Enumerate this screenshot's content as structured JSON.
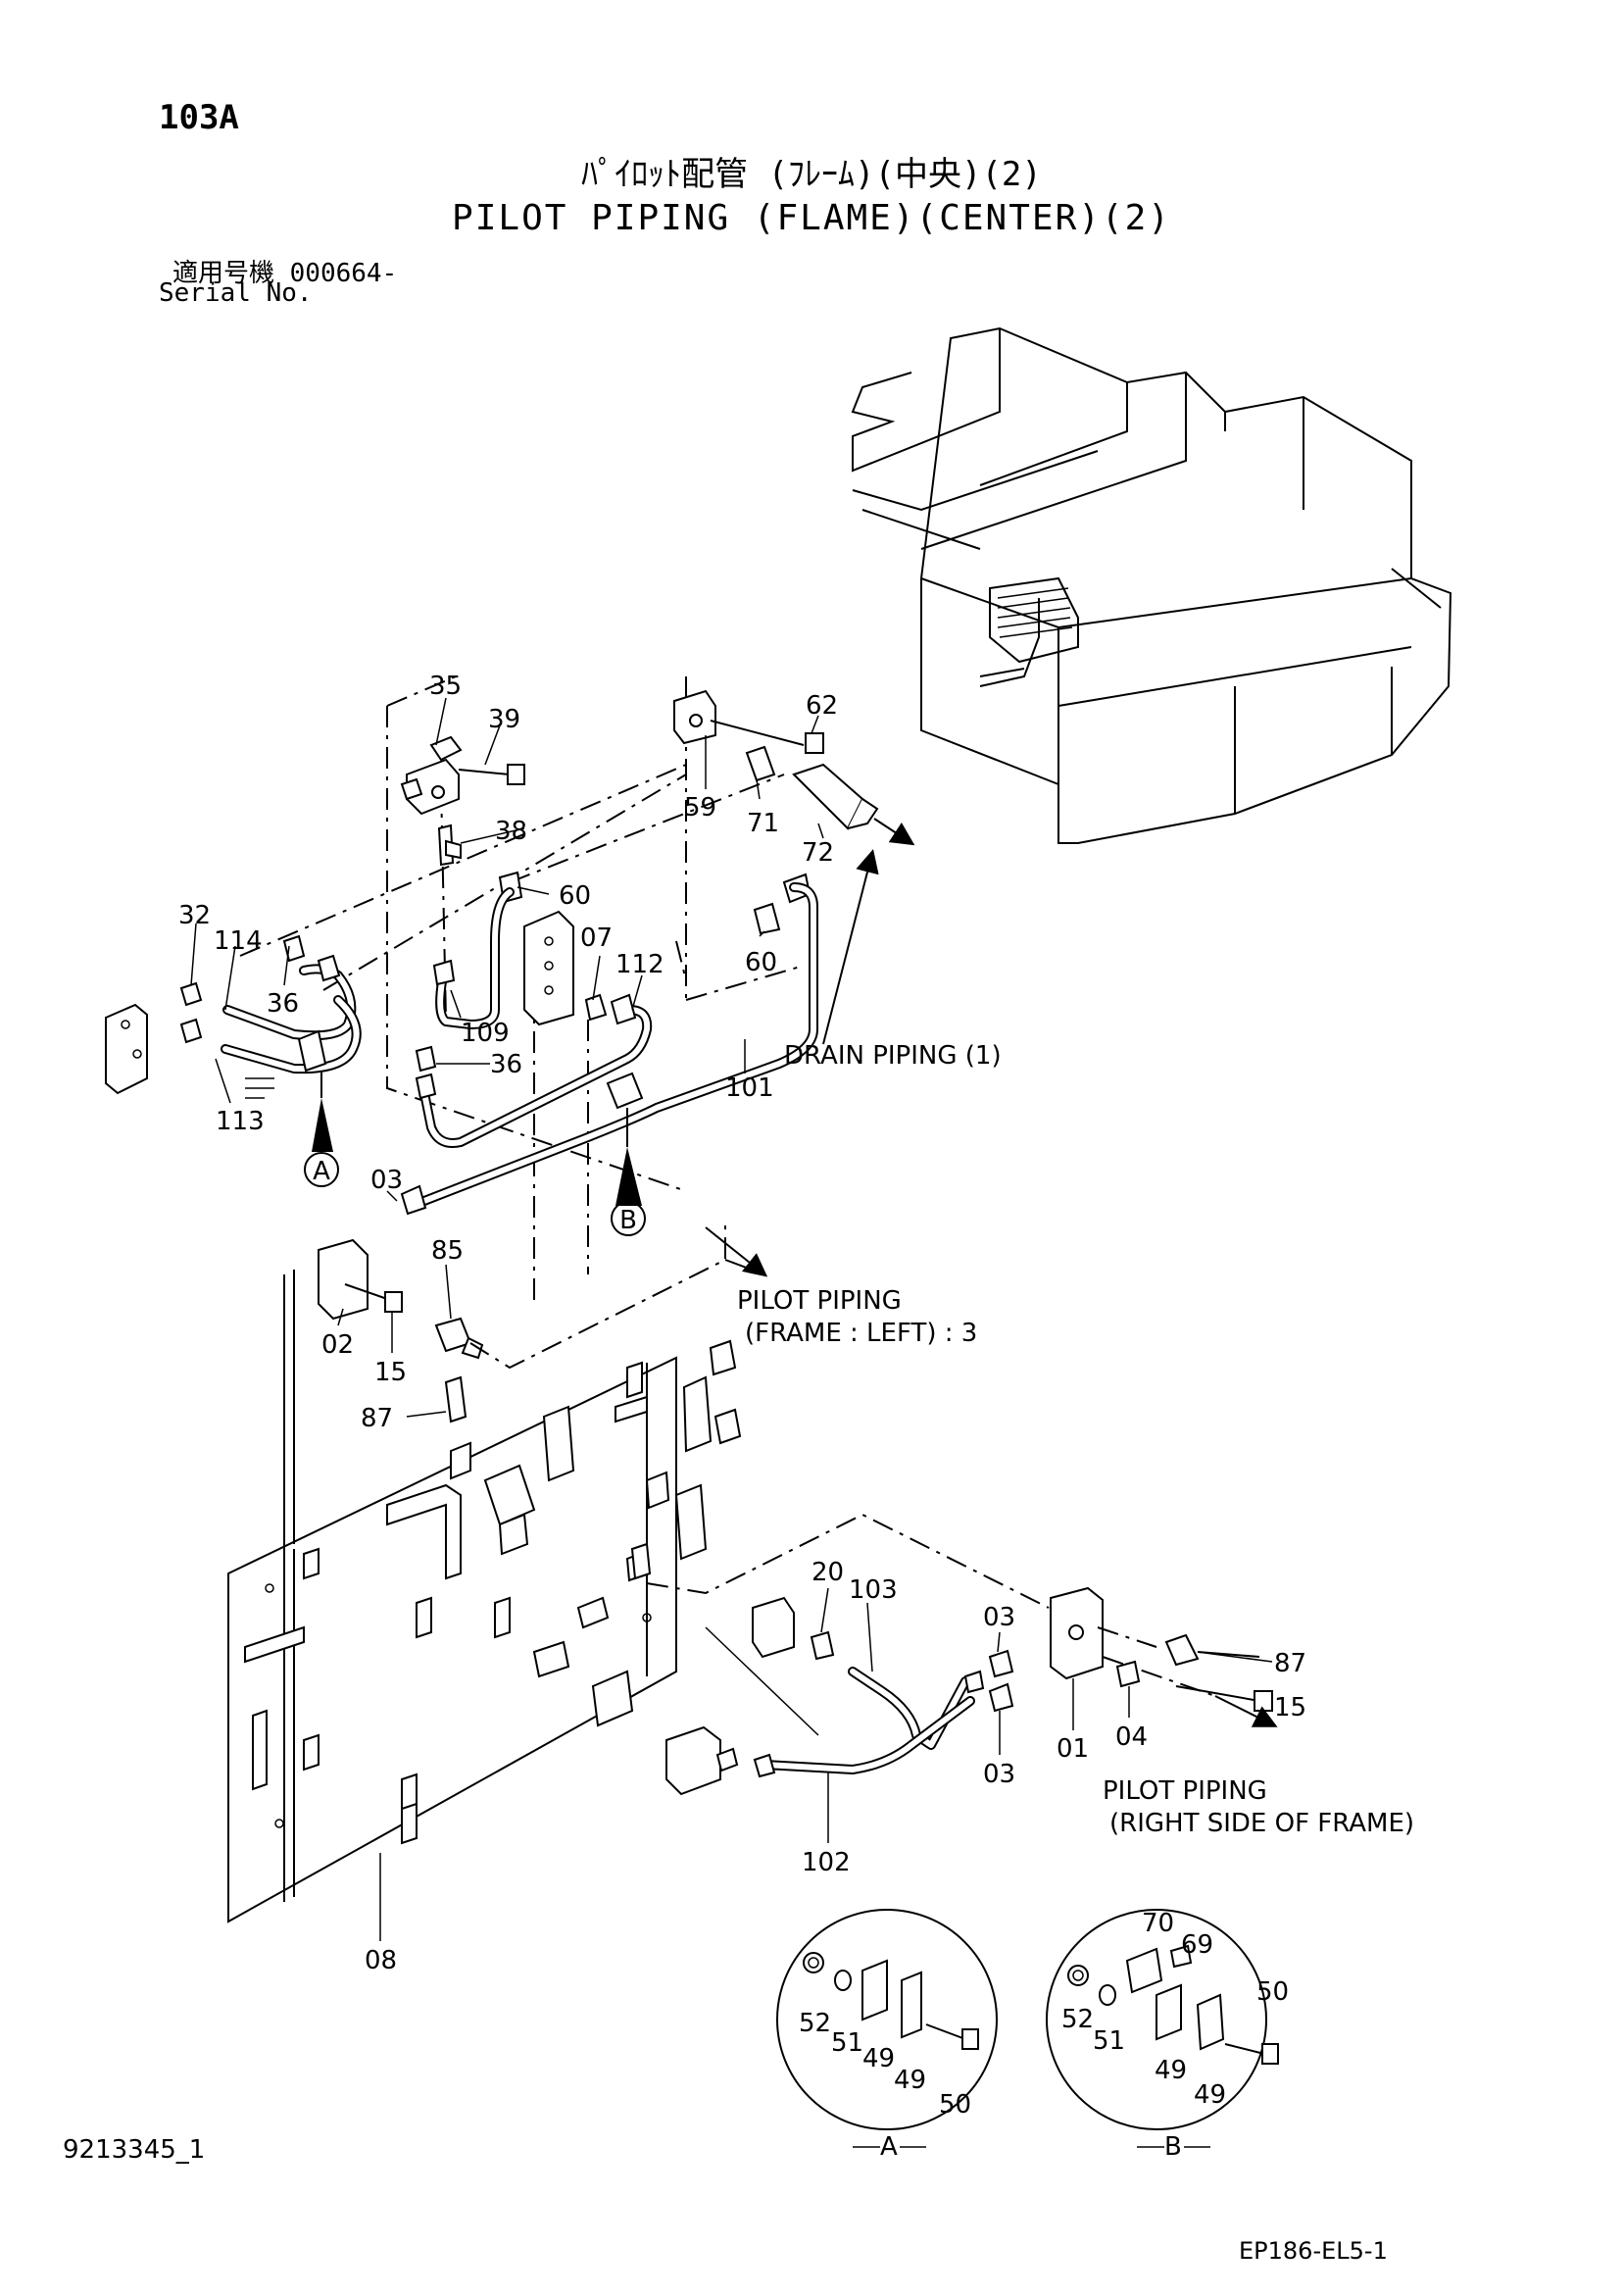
{
  "header": {
    "page_no": "103A",
    "title_jp": "ﾊﾟｲﾛｯﾄ配管 (ﾌﾚｰﾑ)(中央)(2)",
    "title_en": "PILOT PIPING (FLAME)(CENTER)(2)",
    "serial_jp": "適用号機 000664-",
    "serial_en": "Serial No."
  },
  "notes": {
    "drain": "DRAIN PIPING (1)",
    "pilot_left_1": "PILOT PIPING",
    "pilot_left_2": "(FRAME : LEFT) : 3",
    "pilot_right_1": "PILOT PIPING",
    "pilot_right_2": "(RIGHT SIDE OF FRAME)"
  },
  "detail_views": {
    "a": "A",
    "b": "B"
  },
  "markers": {
    "a": "A",
    "b": "B"
  },
  "part_labels": {
    "p35": "35",
    "p39": "39",
    "p62": "62",
    "p38": "38",
    "p59": "59",
    "p71": "71",
    "p72": "72",
    "p60a": "60",
    "p60b": "60",
    "p07": "07",
    "p112": "112",
    "p32": "32",
    "p114": "114",
    "p36a": "36",
    "p36b": "36",
    "p109": "109",
    "p101": "101",
    "p113": "113",
    "p03a": "03",
    "p85": "85",
    "p02": "02",
    "p15a": "15",
    "p87a": "87",
    "p20": "20",
    "p103": "103",
    "p03b": "03",
    "p03c": "03",
    "p87b": "87",
    "p15b": "15",
    "p01": "01",
    "p04": "04",
    "p102": "102",
    "p08": "08",
    "pa52": "52",
    "pa51": "51",
    "pa49a": "49",
    "pa49b": "49",
    "pa50": "50",
    "pb70": "70",
    "pb69": "69",
    "pb50": "50",
    "pb52": "52",
    "pb51": "51",
    "pb49a": "49",
    "pb49b": "49"
  },
  "footer": {
    "doc_id": "9213345_1",
    "fig_id": "EP186-EL5-1"
  }
}
